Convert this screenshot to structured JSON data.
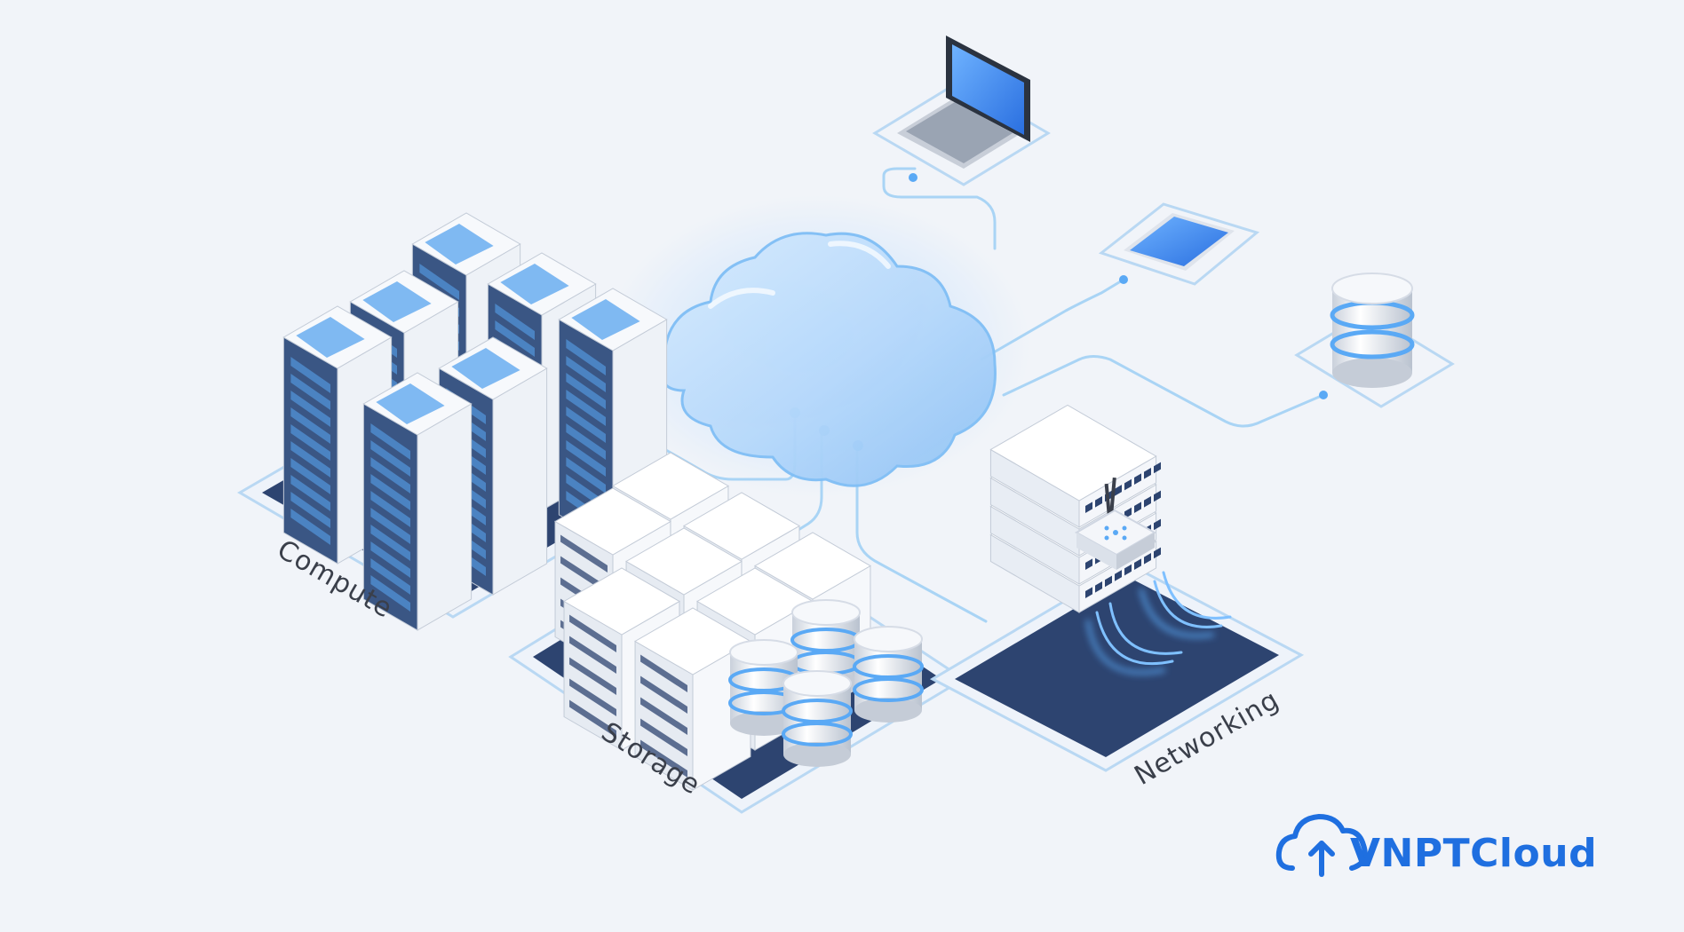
{
  "zones": {
    "compute": "Compute",
    "storage": "Storage",
    "networking": "Networking"
  },
  "brand": {
    "name": "VNPTCloud",
    "color": "#1f6fe0",
    "icon": "cloud-upload-icon"
  },
  "colors": {
    "background": "#f1f4f9",
    "platform": "#2d4470",
    "accent_blue": "#5aa9f5",
    "connector": "#a9d4f5"
  },
  "icons": [
    "laptop-icon",
    "smartphone-icon",
    "database-icon",
    "cloud-icon",
    "server-rack-icon",
    "router-icon"
  ]
}
